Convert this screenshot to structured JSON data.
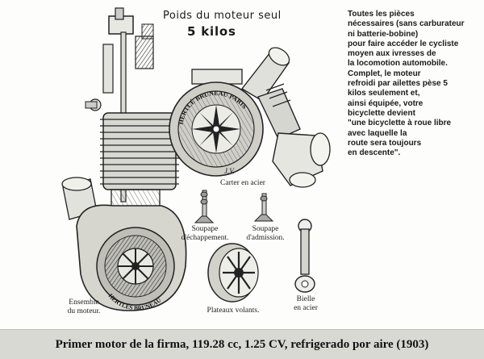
{
  "illustration": {
    "weight_title": "Poids du moteur seul",
    "weight_value": "5 kilos",
    "promo_lines": [
      "Toutes les pièces",
      "nécessaires (sans carburateur",
      "ni batterie-bobine)",
      "pour faire accéder le cycliste",
      "moyen aux ivresses de",
      "la locomotion automobile.",
      "Complet, le moteur",
      "refroidi par ailettes pèse 5",
      "kilos seulement et,",
      "ainsi équipée, votre",
      "bicyclette devient",
      "\"une bicyclette à roue libre",
      "avec laquelle la",
      "route sera toujours",
      "en descente\"."
    ],
    "signature": "J.V.",
    "labels": {
      "carter": "Carter en acier",
      "soupape_echappement": [
        "Soupape",
        "d'échappement."
      ],
      "soupape_admission": [
        "Soupape",
        "d'admission."
      ],
      "ensemble": [
        "Ensemble",
        "du moteur."
      ],
      "plateaux": "Plateaux volants.",
      "bielle": [
        "Bielle",
        "en acier"
      ]
    },
    "engravings": {
      "crankcase_ring": "HERTLÉ BRUNEAU PARIS",
      "engine_ring": "HERTLÉS BRUNEAU"
    }
  },
  "caption": "Primer motor de la firma, 119.28 cc, 1.25 CV, refrigerado por aire (1903)"
}
